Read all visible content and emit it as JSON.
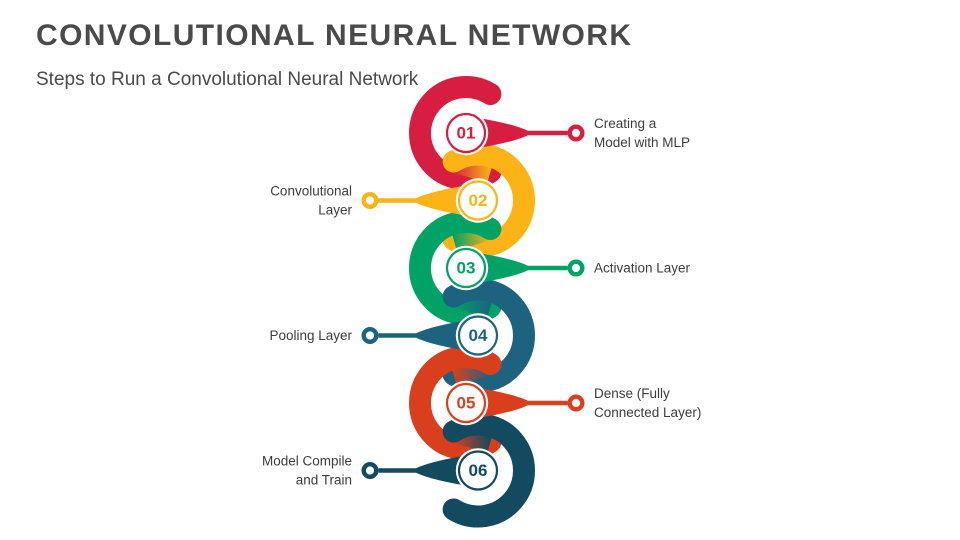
{
  "header": {
    "title": "CONVOLUTIONAL NEURAL NETWORK",
    "subtitle": "Steps to Run a Convolutional Neural Network"
  },
  "diagram": {
    "type": "vertical-snake-process",
    "step_count": 6,
    "steps": [
      {
        "number": "01",
        "label_lines": [
          "Creating a",
          "Model with MLP"
        ],
        "label_side": "right",
        "color": "#D81E40"
      },
      {
        "number": "02",
        "label_lines": [
          "Convolutional",
          "Layer"
        ],
        "label_side": "left",
        "color": "#FBB316"
      },
      {
        "number": "03",
        "label_lines": [
          "Activation Layer"
        ],
        "label_side": "right",
        "color": "#00A266"
      },
      {
        "number": "04",
        "label_lines": [
          "Pooling Layer"
        ],
        "label_side": "left",
        "color": "#1D6380"
      },
      {
        "number": "05",
        "label_lines": [
          "Dense (Fully",
          "Connected Layer)"
        ],
        "label_side": "right",
        "color": "#D93F1C"
      },
      {
        "number": "06",
        "label_lines": [
          "Model Compile",
          "and Train"
        ],
        "label_side": "left",
        "color": "#124A5F"
      }
    ]
  },
  "colors": {
    "background": "#ffffff",
    "title_text": "#4a4a4a",
    "label_text": "#3c3c3c"
  }
}
